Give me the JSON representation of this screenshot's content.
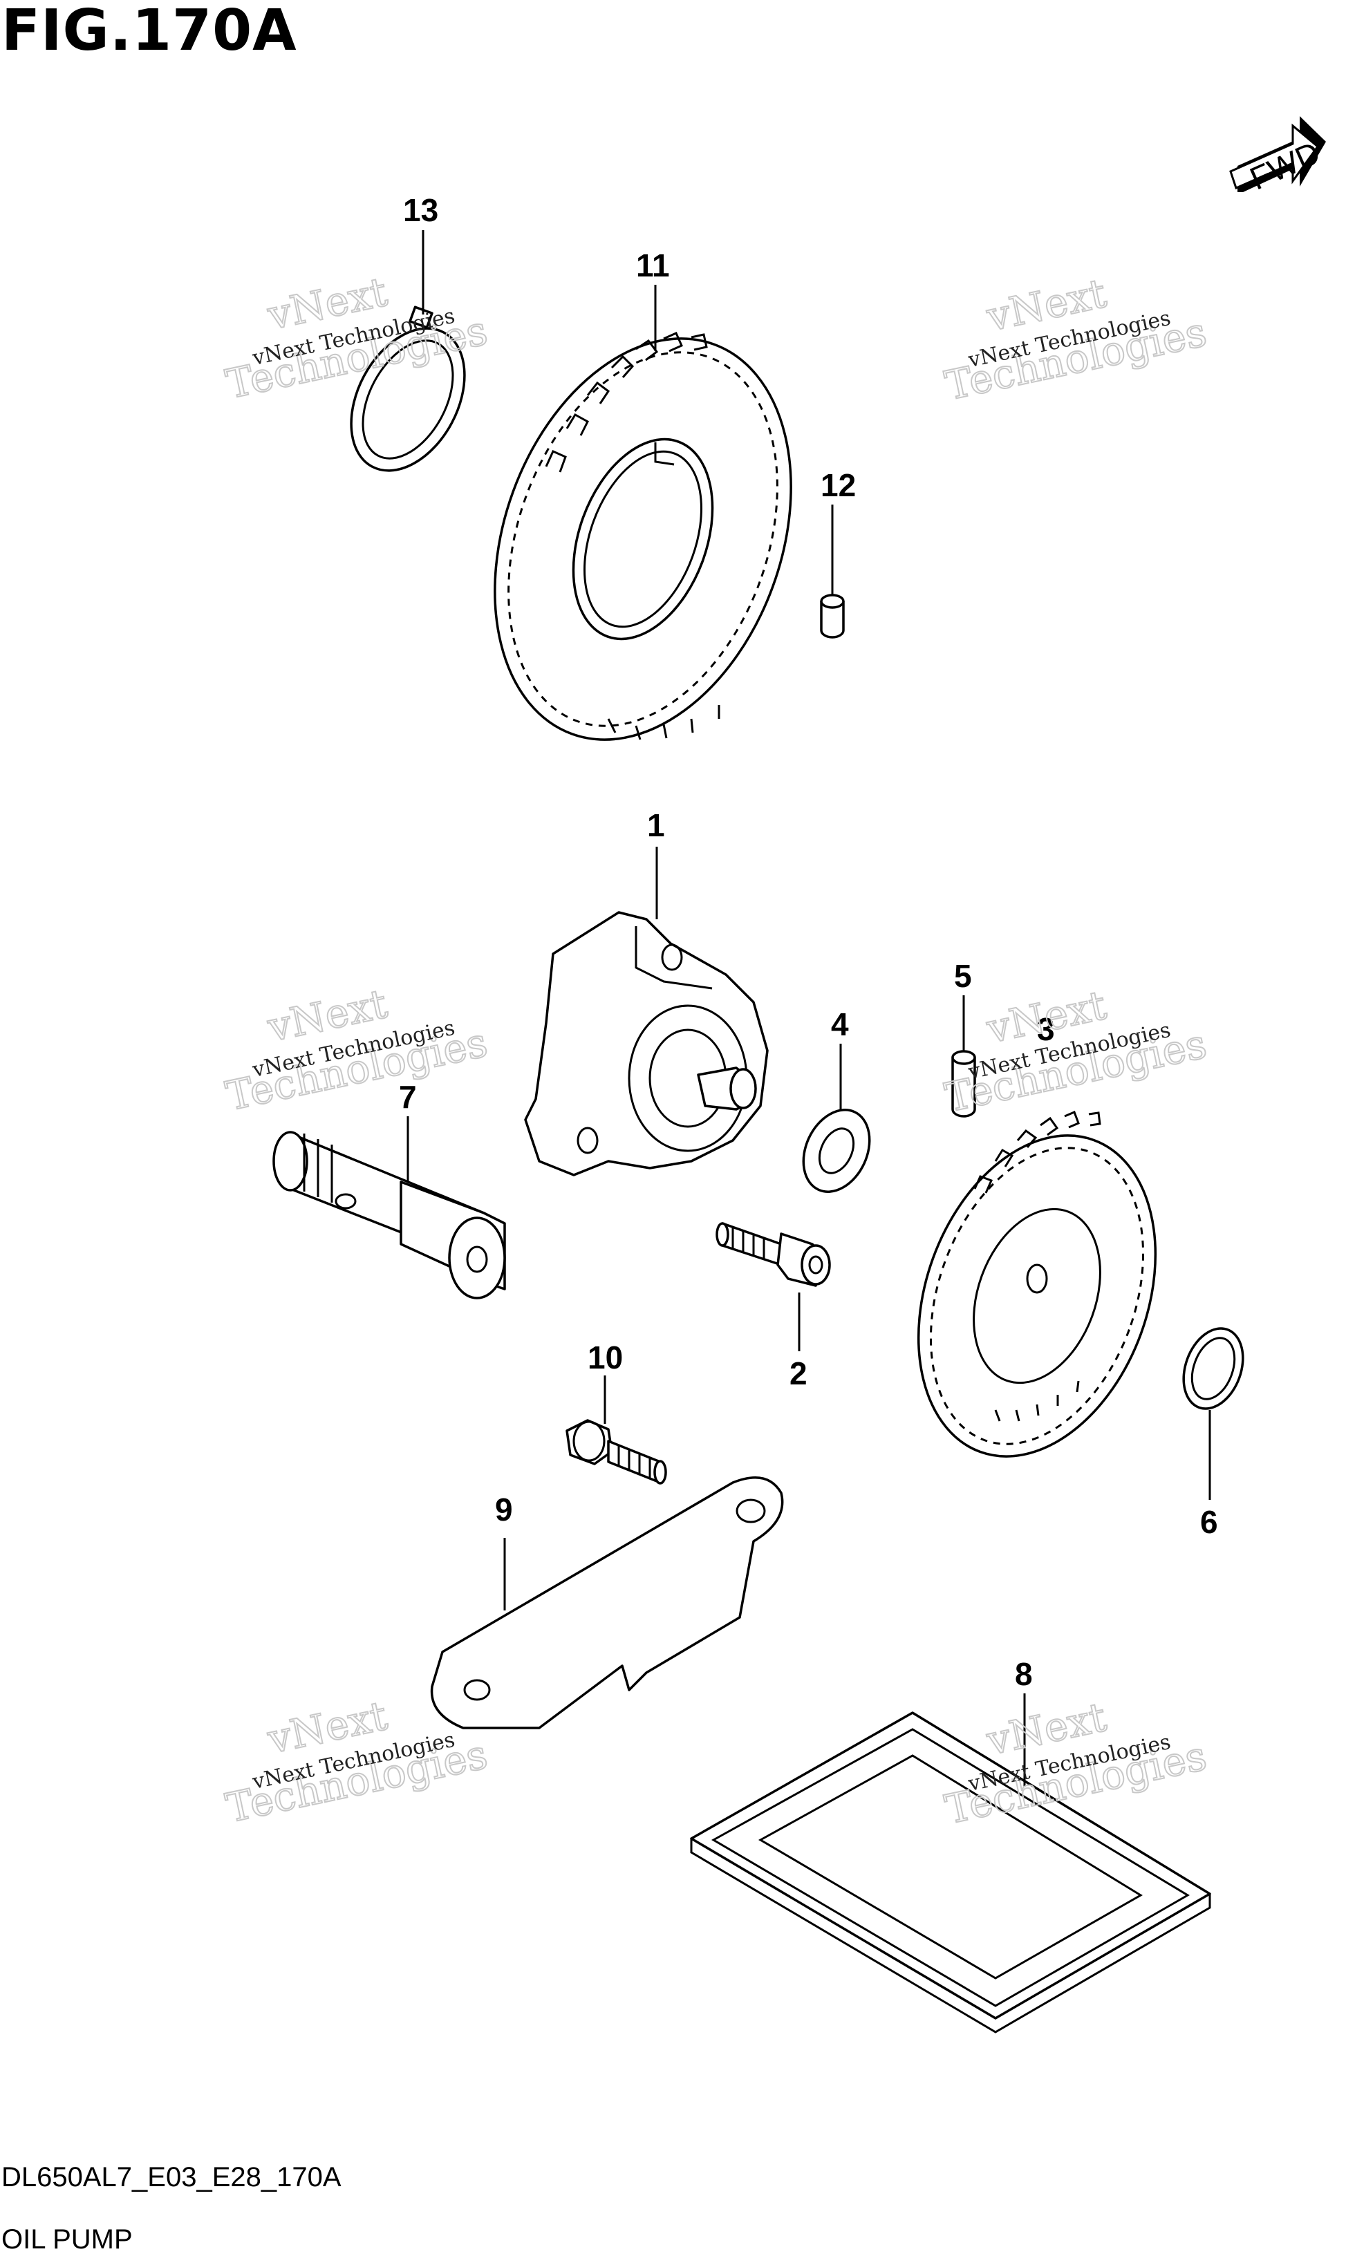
{
  "figure_title": "FIG.170A",
  "fwd_label": "FWD",
  "model_code": "DL650AL7_E03_E28_170A",
  "section_name": "OIL PUMP",
  "watermark": {
    "small": "vNext Technologies",
    "big_line1": "vNext",
    "big_line2": "Technologies"
  },
  "callouts": [
    {
      "id": "1",
      "label": "1"
    },
    {
      "id": "2",
      "label": "2"
    },
    {
      "id": "3",
      "label": "3"
    },
    {
      "id": "4",
      "label": "4"
    },
    {
      "id": "5",
      "label": "5"
    },
    {
      "id": "6",
      "label": "6"
    },
    {
      "id": "7",
      "label": "7"
    },
    {
      "id": "8",
      "label": "8"
    },
    {
      "id": "9",
      "label": "9"
    },
    {
      "id": "10",
      "label": "10"
    },
    {
      "id": "11",
      "label": "11"
    },
    {
      "id": "12",
      "label": "12"
    },
    {
      "id": "13",
      "label": "13"
    }
  ]
}
